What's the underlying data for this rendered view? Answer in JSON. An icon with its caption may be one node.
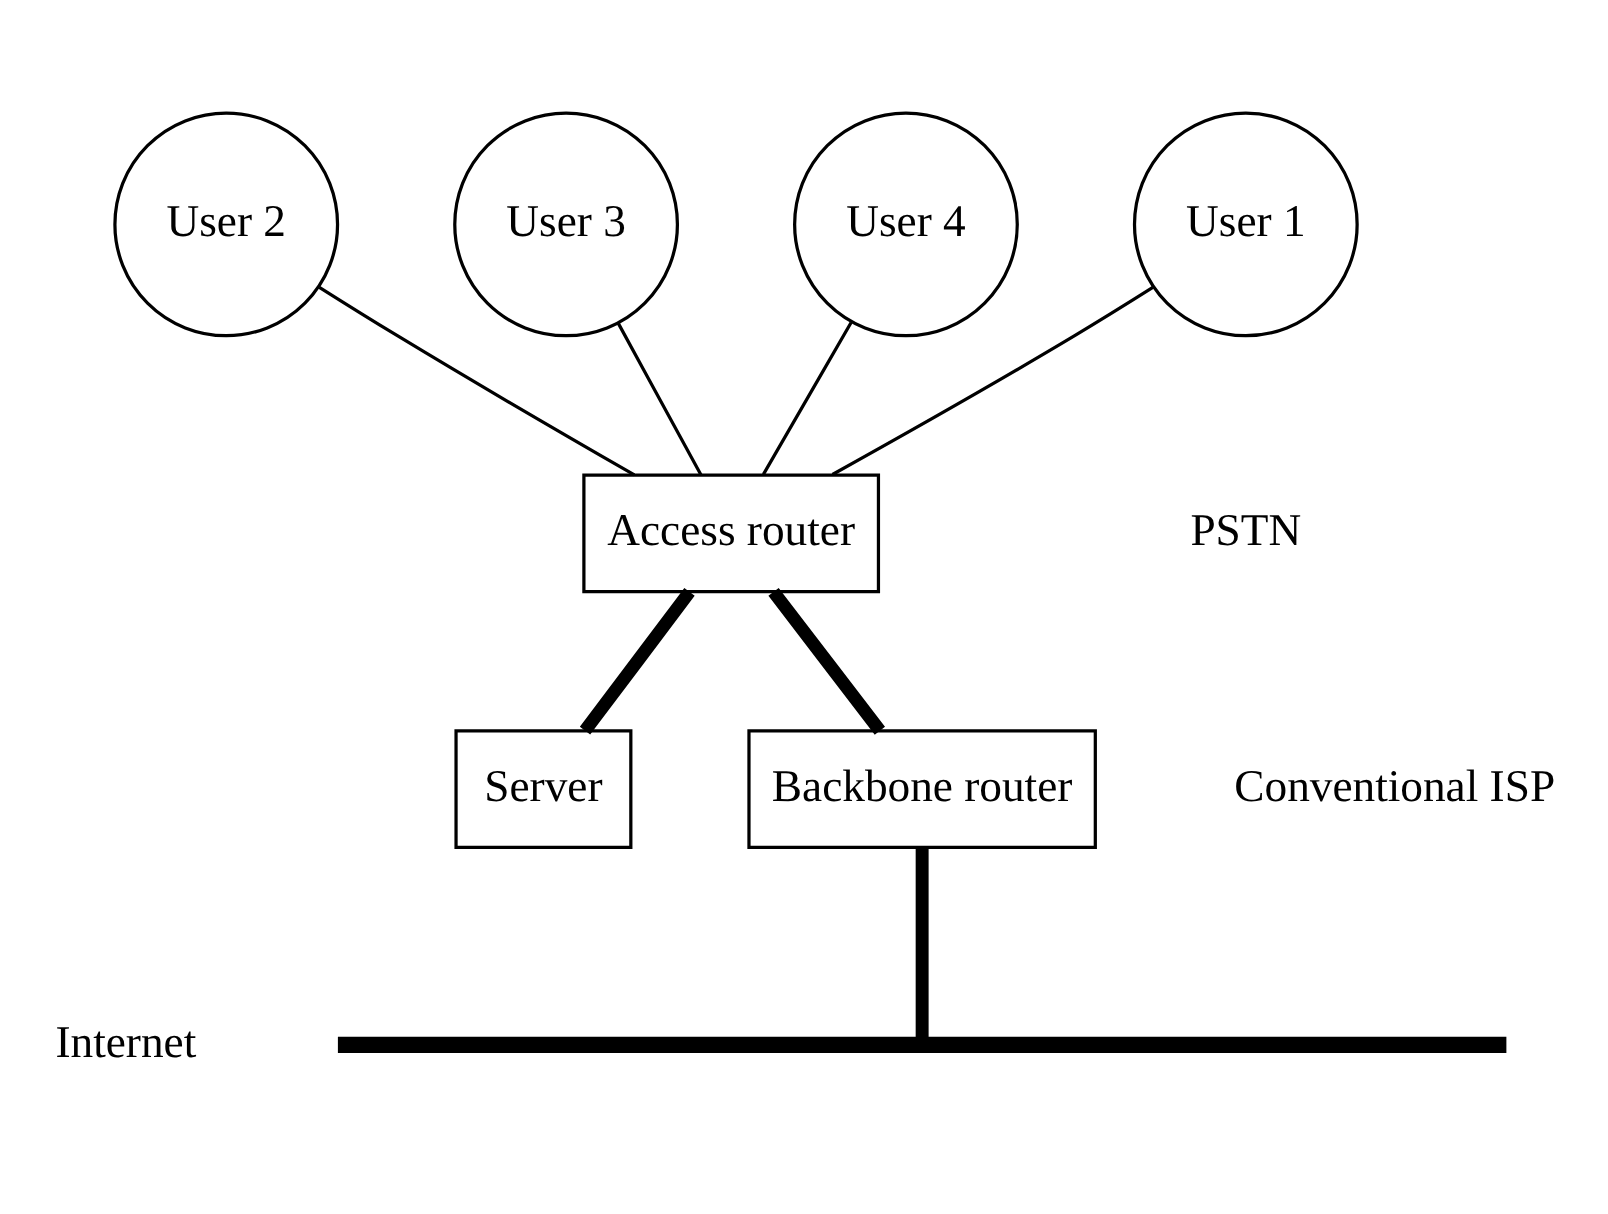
{
  "diagram": {
    "nodes": [
      {
        "text": [
          "User 1"
        ]
      },
      {
        "text": [
          "User 2"
        ]
      },
      {
        "text": [
          "User 3"
        ]
      },
      {
        "text": [
          "User 4"
        ]
      },
      {
        "text": [
          "Access router"
        ]
      },
      {
        "text": [
          "Server"
        ]
      },
      {
        "text": [
          "Backbone router"
        ]
      },
      {
        "text": [],
        "shape": "bar",
        "beside": [
          "Internet"
        ]
      }
    ],
    "edges": [
      {
        "from": 0,
        "to": 4,
        "arrow": "none"
      },
      {
        "from": 1,
        "to": 4,
        "arrow": "none"
      },
      {
        "from": 2,
        "to": 4,
        "arrow": "none"
      },
      {
        "from": 3,
        "to": 4,
        "arrow": "none"
      },
      {
        "from": 4,
        "to": 6,
        "arrow": "none",
        "style": "thick"
      },
      {
        "from": 4,
        "to": 5,
        "arrow": "none",
        "style": "thick"
      },
      {
        "from": 6,
        "to": 7,
        "arrow": "none",
        "style": "thick"
      }
    ],
    "labels": [
      "PSTN",
      "Conventional ISP"
    ]
  }
}
